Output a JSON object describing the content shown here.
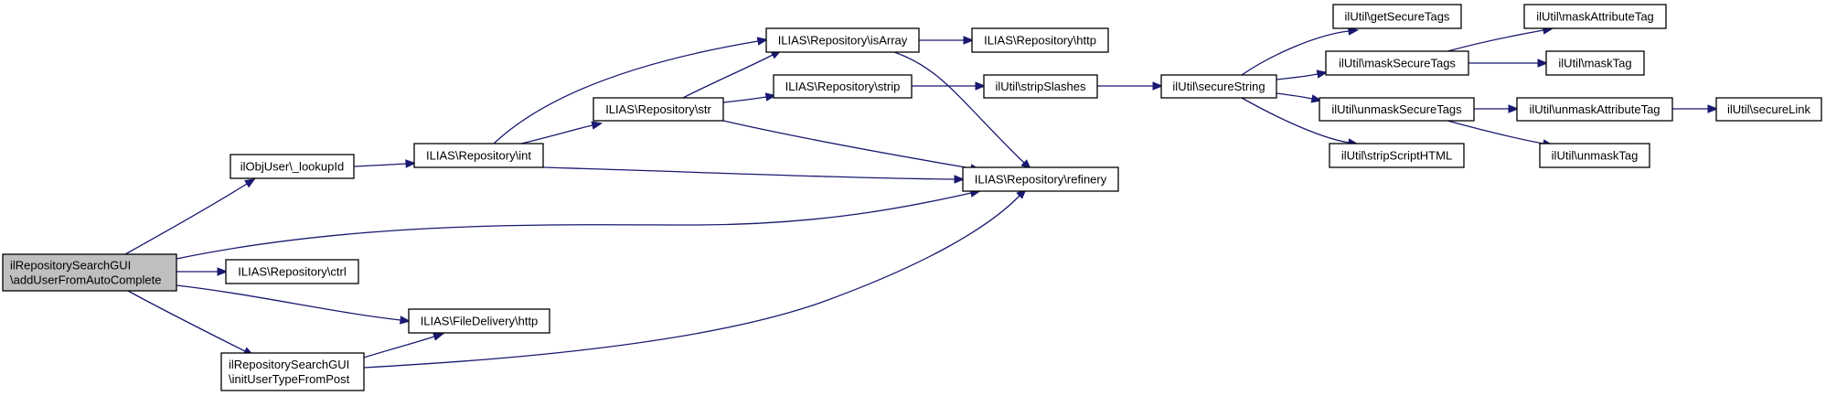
{
  "diagram": {
    "type": "call-graph",
    "colors": {
      "edge": "#191970",
      "root_fill": "#bfbfbf",
      "node_fill": "#ffffff",
      "border": "#000000"
    },
    "nodes": [
      {
        "id": "root",
        "lines": [
          "ilRepositorySearchGUI",
          "\\addUserFromAutoComplete"
        ],
        "root": true
      },
      {
        "id": "lookupId",
        "lines": [
          "ilObjUser\\_lookupId"
        ]
      },
      {
        "id": "ctrl",
        "lines": [
          "ILIAS\\Repository\\ctrl"
        ]
      },
      {
        "id": "fdhttp",
        "lines": [
          "ILIAS\\FileDelivery\\http"
        ]
      },
      {
        "id": "initUser",
        "lines": [
          "ilRepositorySearchGUI",
          "\\initUserTypeFromPost"
        ]
      },
      {
        "id": "int",
        "lines": [
          "ILIAS\\Repository\\int"
        ]
      },
      {
        "id": "str",
        "lines": [
          "ILIAS\\Repository\\str"
        ]
      },
      {
        "id": "isArray",
        "lines": [
          "ILIAS\\Repository\\isArray"
        ]
      },
      {
        "id": "strip",
        "lines": [
          "ILIAS\\Repository\\strip"
        ]
      },
      {
        "id": "refinery",
        "lines": [
          "ILIAS\\Repository\\refinery"
        ]
      },
      {
        "id": "rhttp",
        "lines": [
          "ILIAS\\Repository\\http"
        ]
      },
      {
        "id": "stripSlashes",
        "lines": [
          "ilUtil\\stripSlashes"
        ]
      },
      {
        "id": "secureString",
        "lines": [
          "ilUtil\\secureString"
        ]
      },
      {
        "id": "getSecureTags",
        "lines": [
          "ilUtil\\getSecureTags"
        ]
      },
      {
        "id": "maskSecureTags",
        "lines": [
          "ilUtil\\maskSecureTags"
        ]
      },
      {
        "id": "unmaskSecureTags",
        "lines": [
          "ilUtil\\unmaskSecureTags"
        ]
      },
      {
        "id": "stripScriptHTML",
        "lines": [
          "ilUtil\\stripScriptHTML"
        ]
      },
      {
        "id": "maskAttributeTag",
        "lines": [
          "ilUtil\\maskAttributeTag"
        ]
      },
      {
        "id": "maskTag",
        "lines": [
          "ilUtil\\maskTag"
        ]
      },
      {
        "id": "unmaskAttributeTag",
        "lines": [
          "ilUtil\\unmaskAttributeTag"
        ]
      },
      {
        "id": "unmaskTag",
        "lines": [
          "ilUtil\\unmaskTag"
        ]
      },
      {
        "id": "secureLink",
        "lines": [
          "ilUtil\\secureLink"
        ]
      }
    ],
    "edges": [
      [
        "root",
        "lookupId"
      ],
      [
        "root",
        "refinery"
      ],
      [
        "root",
        "ctrl"
      ],
      [
        "root",
        "fdhttp"
      ],
      [
        "root",
        "initUser"
      ],
      [
        "lookupId",
        "int"
      ],
      [
        "int",
        "isArray"
      ],
      [
        "int",
        "str"
      ],
      [
        "int",
        "refinery"
      ],
      [
        "str",
        "isArray"
      ],
      [
        "str",
        "strip"
      ],
      [
        "str",
        "refinery"
      ],
      [
        "isArray",
        "rhttp"
      ],
      [
        "isArray",
        "refinery"
      ],
      [
        "strip",
        "stripSlashes"
      ],
      [
        "stripSlashes",
        "secureString"
      ],
      [
        "secureString",
        "getSecureTags"
      ],
      [
        "secureString",
        "maskSecureTags"
      ],
      [
        "secureString",
        "unmaskSecureTags"
      ],
      [
        "secureString",
        "stripScriptHTML"
      ],
      [
        "maskSecureTags",
        "maskAttributeTag"
      ],
      [
        "maskSecureTags",
        "maskTag"
      ],
      [
        "unmaskSecureTags",
        "unmaskAttributeTag"
      ],
      [
        "unmaskSecureTags",
        "unmaskTag"
      ],
      [
        "unmaskAttributeTag",
        "secureLink"
      ],
      [
        "initUser",
        "fdhttp"
      ],
      [
        "initUser",
        "refinery"
      ]
    ]
  }
}
